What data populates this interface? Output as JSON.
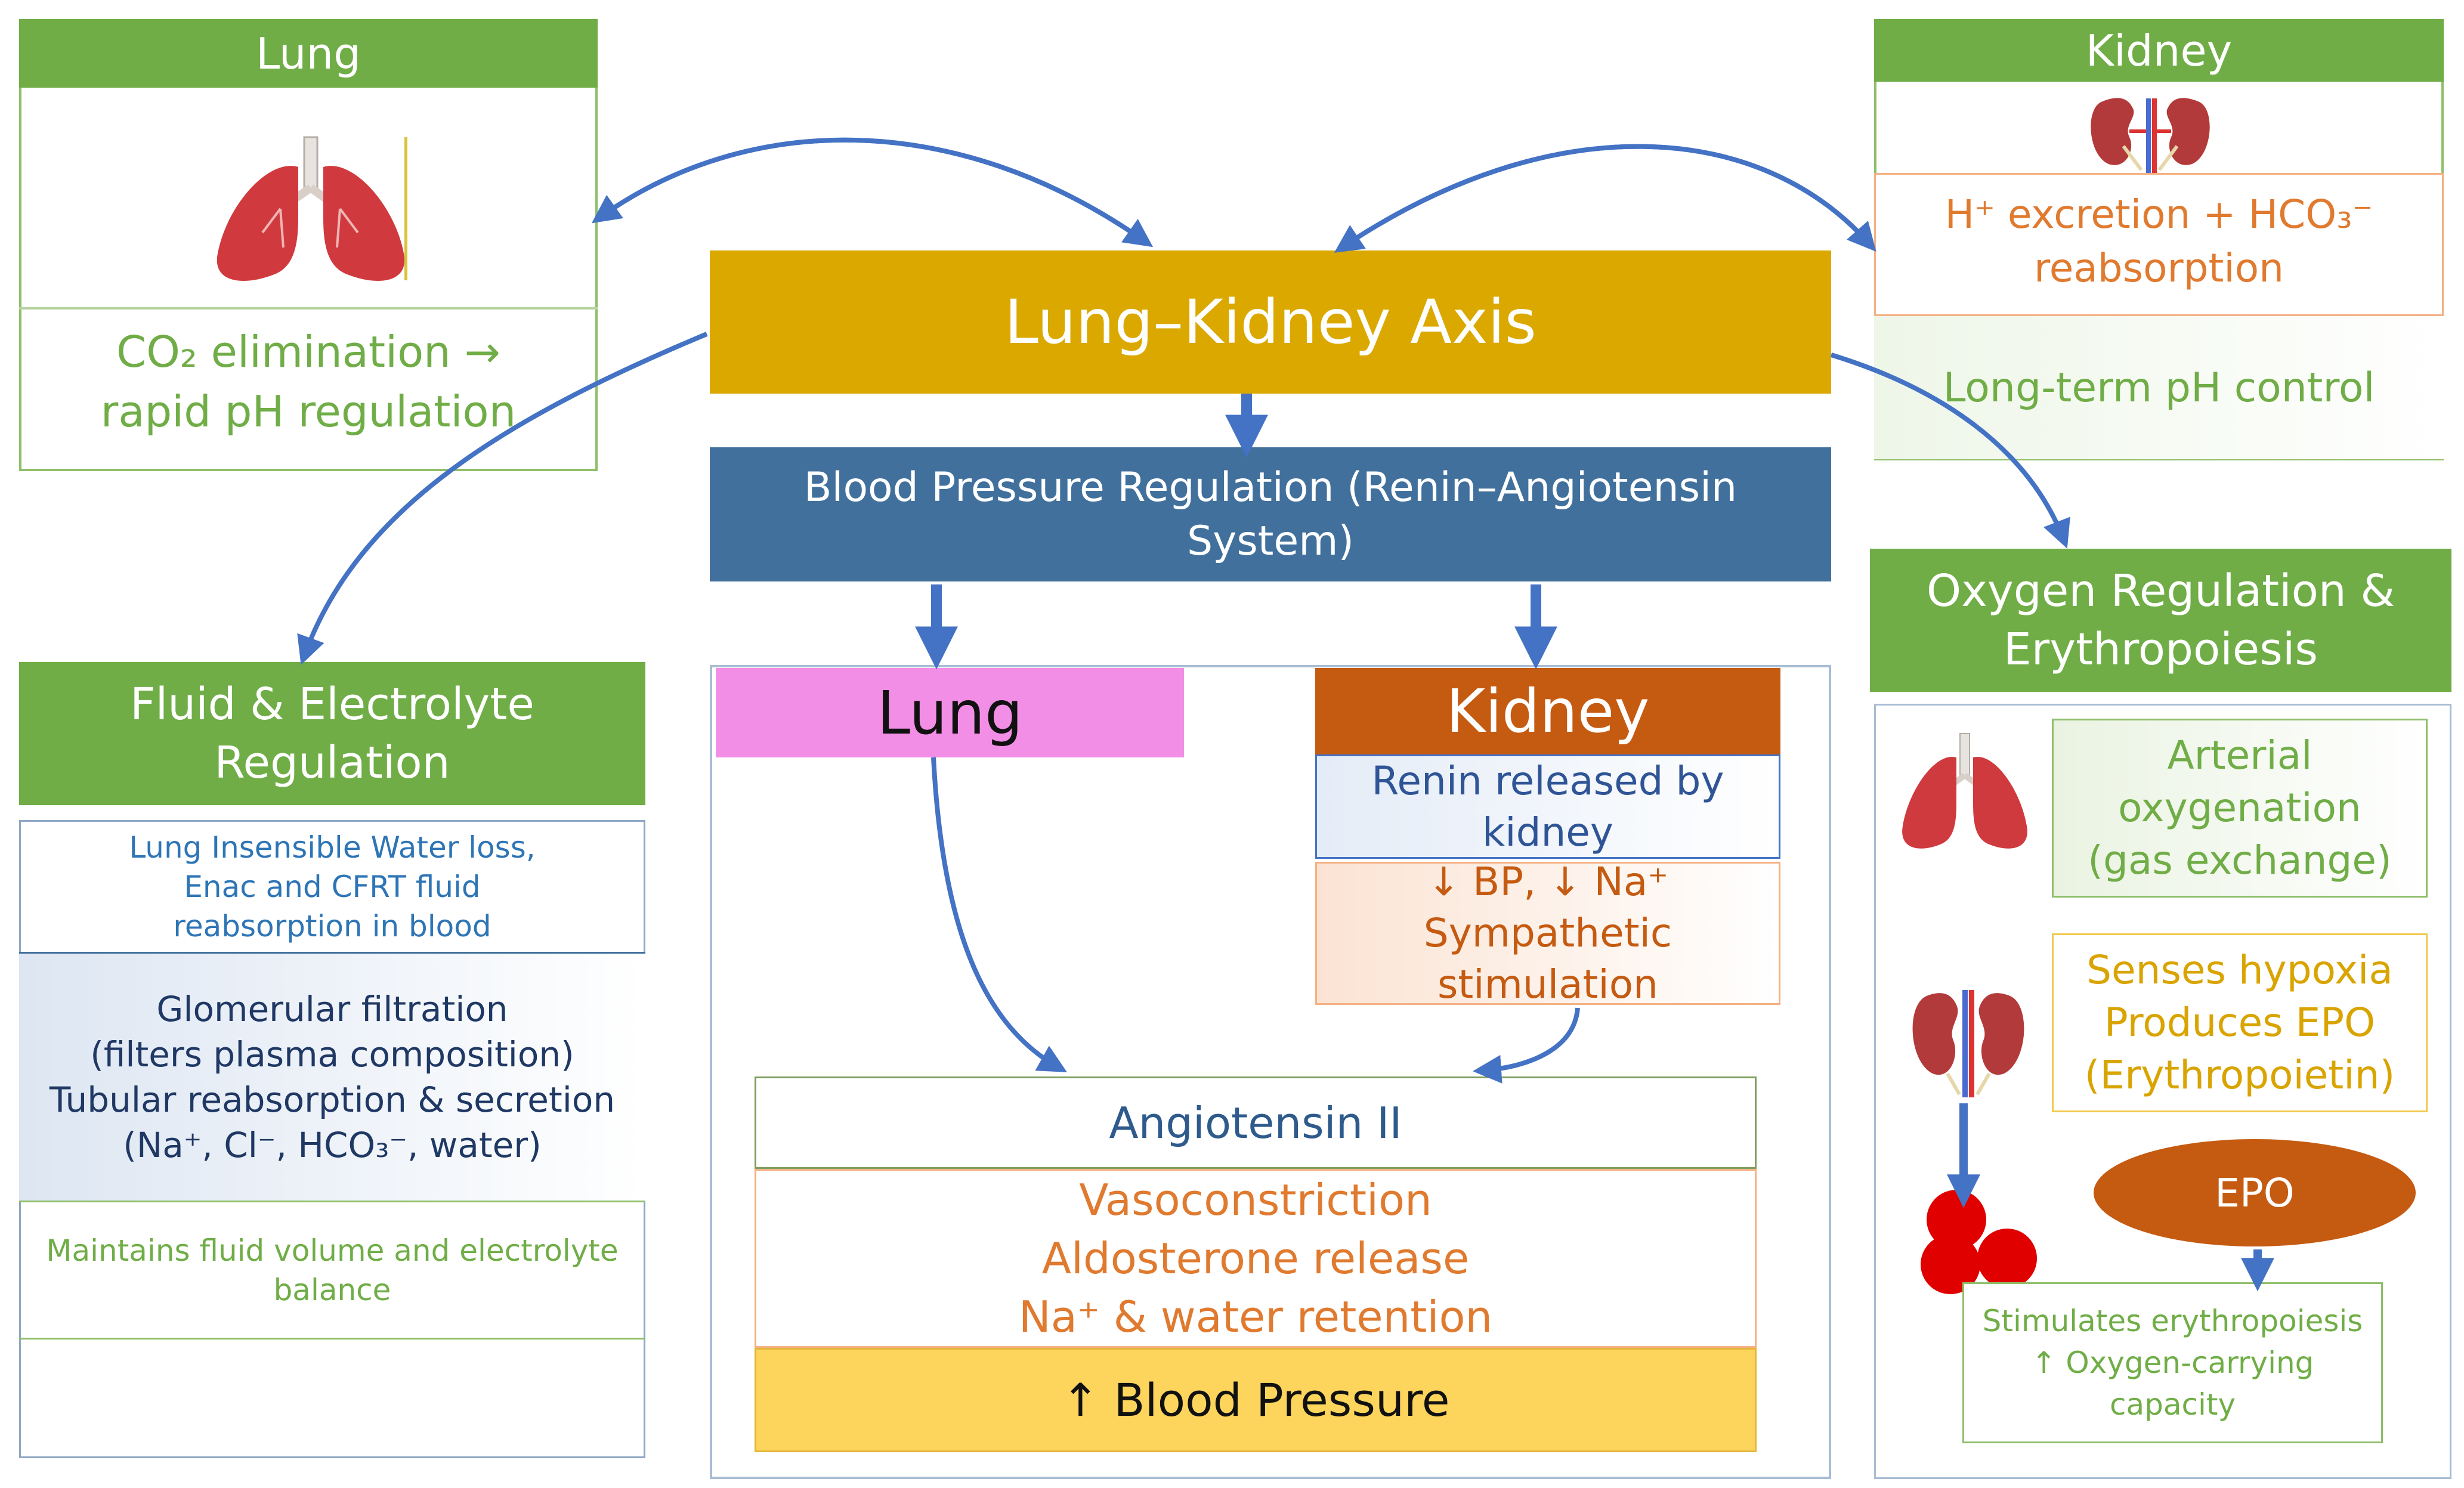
{
  "lung_panel": {
    "title": "Lung",
    "lines": [
      "CO₂ elimination →",
      "rapid pH regulation"
    ]
  },
  "kidney_panel": {
    "title": "Kidney",
    "acid_lines": [
      "H⁺ excretion + HCO₃⁻",
      "reabsorption"
    ],
    "ph_control": "Long-term pH control"
  },
  "center": {
    "axis_title": "Lung–Kidney Axis",
    "bp_lines": [
      "Blood Pressure Regulation (Renin–Angiotensin",
      "System)"
    ],
    "lung_label": "Lung",
    "kidney_label": "Kidney",
    "renin_lines": [
      "Renin released by",
      "kidney"
    ],
    "stimuli_lines": [
      "↓ BP, ↓ Na⁺",
      "Sympathetic",
      "stimulation"
    ],
    "angiotensin": "Angiotensin II",
    "effects": [
      "Vasoconstriction",
      "Aldosterone release",
      "Na⁺ & water retention"
    ],
    "result": "↑ Blood Pressure"
  },
  "fluid_panel": {
    "title_lines": [
      "Fluid & Electrolyte",
      "Regulation"
    ],
    "lung_lines": [
      "Lung Insensible Water loss,",
      "Enac and CFRT fluid",
      "reabsorption in blood"
    ],
    "kidney_lines": [
      "Glomerular filtration",
      "(filters plasma composition)",
      "Tubular reabsorption & secretion",
      "(Na⁺, Cl⁻, HCO₃⁻, water)"
    ],
    "summary_lines": [
      "Maintains fluid volume and electrolyte",
      "balance"
    ]
  },
  "oxygen_panel": {
    "title_lines": [
      "Oxygen Regulation &",
      "Erythropoiesis"
    ],
    "arterial_lines": [
      "Arterial",
      "oxygenation",
      "(gas exchange)"
    ],
    "hypoxia_lines": [
      "Senses hypoxia",
      "Produces EPO",
      "(Erythropoietin)"
    ],
    "epo": "EPO",
    "stimulates_lines": [
      "Stimulates erythropoiesis",
      "↑ Oxygen-carrying capacity"
    ]
  },
  "colors": {
    "green": "#70ad47",
    "gold": "#dba800",
    "steel_blue": "#41709c",
    "pink": "#f28ee5",
    "burnt_orange": "#c55a11",
    "light_yellow": "#fdd55c",
    "arrow_blue": "#4472c4",
    "orange_text": "#e07a2f"
  }
}
